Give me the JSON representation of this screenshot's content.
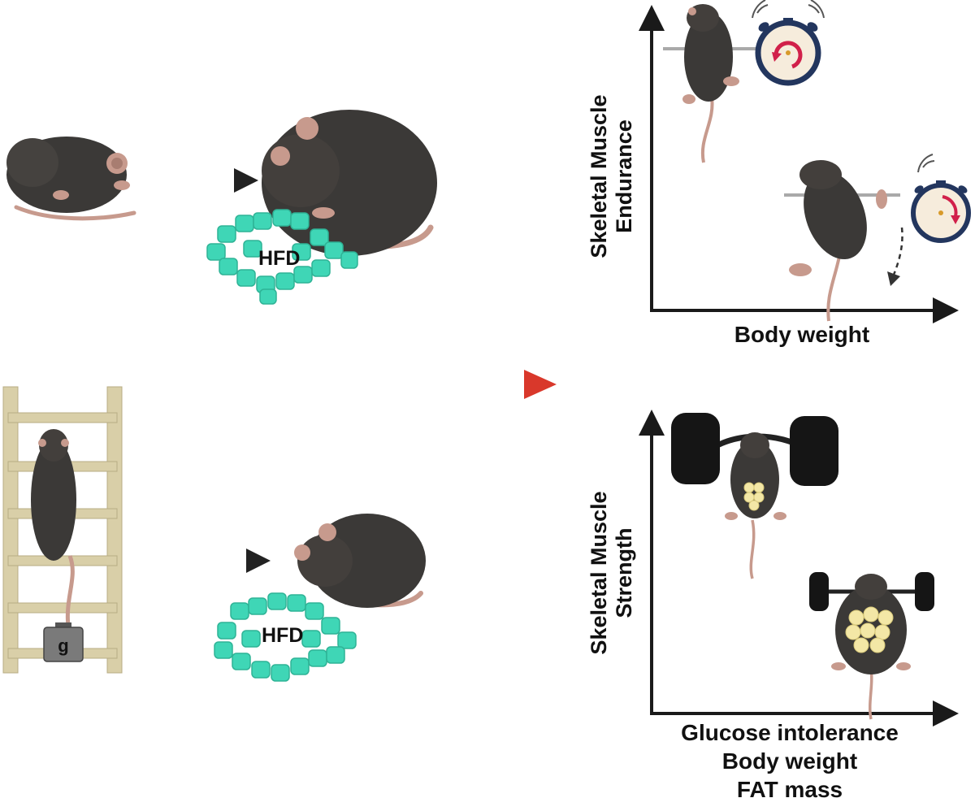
{
  "food": {
    "top_label": "HFD",
    "bottom_label": "HFD"
  },
  "weight_tag": "g",
  "endurance_plot": {
    "ylabel_line1": "Skeletal Muscle",
    "ylabel_line2": "Endurance",
    "xlabel": "Body weight"
  },
  "strength_plot": {
    "ylabel_line1": "Skeletal Muscle",
    "ylabel_line2": "Strength",
    "xlabel_line1": "Glucose intolerance",
    "xlabel_line2": "Body weight",
    "xlabel_line3": "FAT mass"
  },
  "colors": {
    "mouse_body": "#3b3937",
    "mouse_pink": "#c79a8d",
    "food": "#3fd6b6",
    "ladder": "#d9cfa8",
    "axis": "#1a1a1a",
    "transition_arrow": "#d9382b",
    "clock_ring": "#23365e",
    "clock_arrow": "#d1204a",
    "weight_plate": "#151515",
    "fat": "#f3e7a6"
  }
}
